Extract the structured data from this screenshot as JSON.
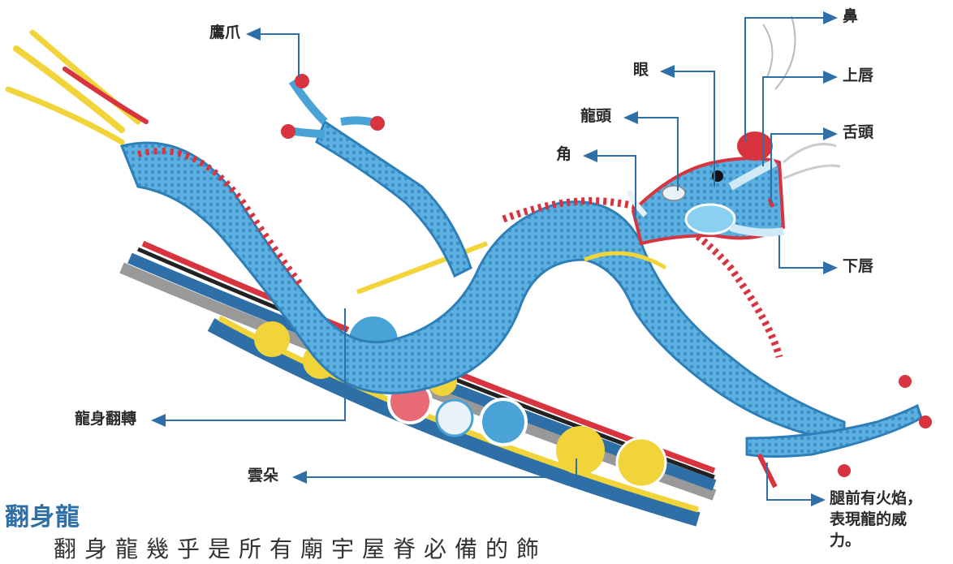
{
  "title": "翻身龍",
  "body_text": "翻身龍幾乎是所有廟宇屋脊必備的飾",
  "labels": {
    "claw": "鷹爪",
    "nose": "鼻",
    "eye": "眼",
    "upper_lip": "上唇",
    "head": "龍頭",
    "tongue": "舌頭",
    "horn": "角",
    "lower_lip": "下唇",
    "body_turn": "龍身翻轉",
    "cloud": "雲朵",
    "flame_1": "腿前有火焰，",
    "flame_2": "表現龍的威",
    "flame_3": "力。"
  },
  "colors": {
    "arrow": "#2f6fa8",
    "dragon_body": "#4aa3d6",
    "dragon_dark": "#2e7fb8",
    "mane_red": "#d8343f",
    "fin_yellow": "#f0d43a",
    "ridge_blue": "#2f6fa8",
    "ridge_black": "#222222",
    "cloud_white": "#e8f2f8"
  }
}
